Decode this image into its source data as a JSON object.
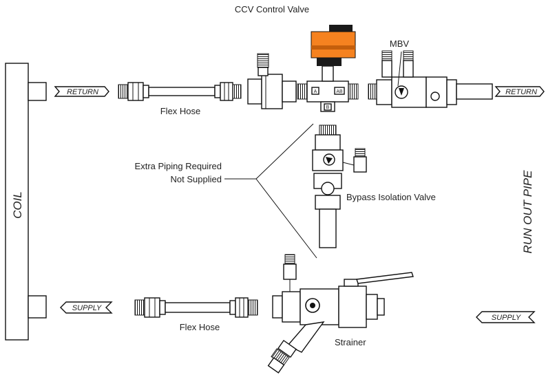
{
  "labels": {
    "ccv_control_valve": "CCV Control Valve",
    "mbv": "MBV",
    "flex_hose_top": "Flex Hose",
    "flex_hose_bottom": "Flex Hose",
    "extra_piping_line1": "Extra Piping Required",
    "extra_piping_line2": "Not Supplied",
    "bypass_isolation_valve": "Bypass Isolation Valve",
    "strainer": "Strainer",
    "coil": "COIL",
    "run_out_pipe": "RUN OUT PIPE"
  },
  "tags": {
    "return_left": "RETURN",
    "return_right": "RETURN",
    "supply_left": "SUPPLY",
    "supply_right": "SUPPLY"
  },
  "valve_ports": {
    "a": "A",
    "ab": "AB",
    "b": "B"
  },
  "colors": {
    "actuator_orange": "#f58220",
    "actuator_black": "#1a1a1a",
    "line": "#111111"
  }
}
